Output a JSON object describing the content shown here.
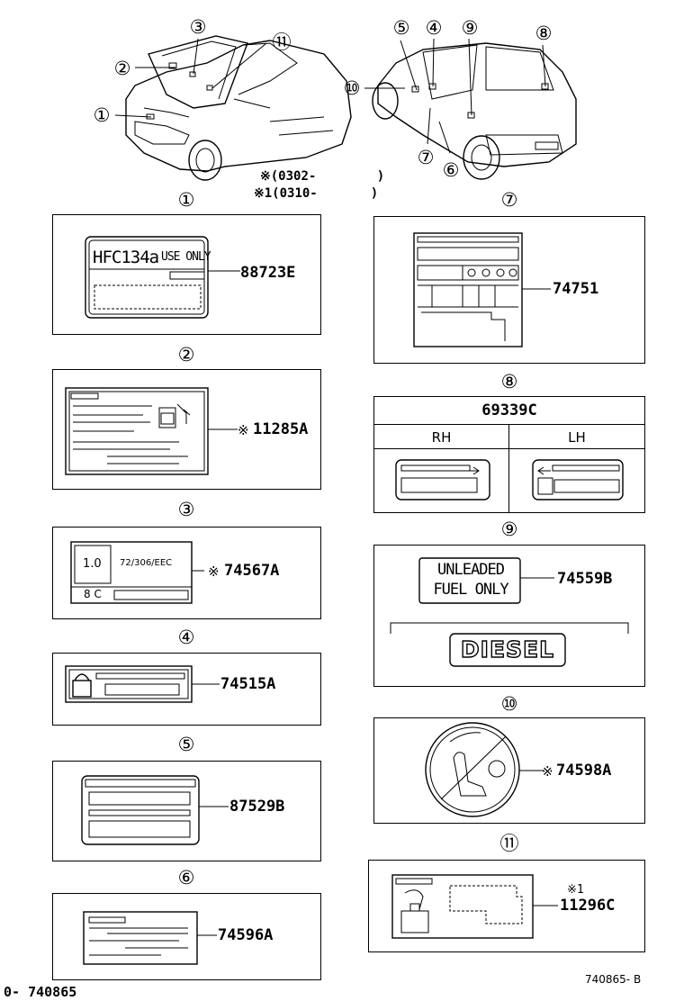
{
  "markers": {
    "m1": "①",
    "m2": "②",
    "m3": "③",
    "m4": "④",
    "m5": "⑤",
    "m6": "⑥",
    "m7": "⑦",
    "m8": "⑧",
    "m9": "⑨",
    "m10": "⑩",
    "m11": "⑪"
  },
  "legend": {
    "line1": "※(0302-        )",
    "line2": "※1(0310-       )"
  },
  "parts": {
    "p1": "88723E",
    "p2_prefix": "※",
    "p2": "11285A",
    "p3_prefix": "※",
    "p3": "74567A",
    "p4": "74515A",
    "p5": "87529B",
    "p6": "74596A",
    "p7": "74751",
    "p8": "69339C",
    "p9": "74559B",
    "p10_prefix": "※",
    "p10": "74598A",
    "p11_prefix": "※1",
    "p11": "11296C"
  },
  "label_text": {
    "hfc_a": "HFC134a",
    "hfc_b": "USE ONLY",
    "rh": "RH",
    "lh": "LH",
    "l3_value": "1.0",
    "l3_code": "72/306/EEC",
    "l3_bottom": "8 C",
    "unleaded_1": "UNLEADED",
    "unleaded_2": "FUEL ONLY",
    "diesel": "DIESEL"
  },
  "footer": {
    "diagram_ref": "740865- B",
    "page_code": "0- 740865"
  }
}
